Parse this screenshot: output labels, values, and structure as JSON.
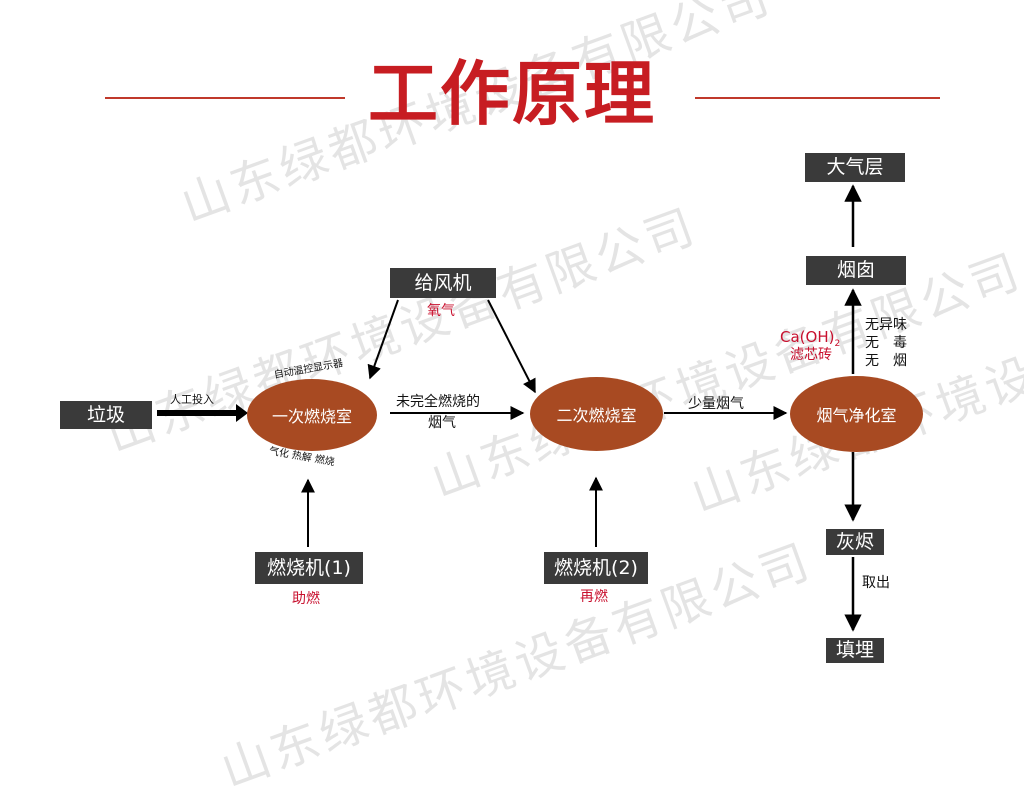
{
  "title": "工作原理",
  "watermark": "山东绿都环境设备有限公司",
  "colors": {
    "title": "#c71d22",
    "box": "#3a3a3a",
    "ellipse": "#a84a22",
    "accent_text": "#c8102e"
  },
  "nodes": {
    "garbage": "垃圾",
    "fan": "给风机",
    "burner1": "燃烧机(1)",
    "burner2": "燃烧机(2)",
    "primary_chamber": "一次燃烧室",
    "secondary_chamber": "二次燃烧室",
    "purify_chamber": "烟气净化室",
    "chimney": "烟囱",
    "atmosphere": "大气层",
    "ash": "灰烬",
    "landfill": "填埋"
  },
  "labels": {
    "manual_input": "人工投入",
    "oxygen": "氧气",
    "auto_temp": "自动温控显示器",
    "gasify": "气化 热解 燃烧",
    "incomplete_line1": "未完全燃烧的",
    "incomplete_line2": "烟气",
    "little_smoke": "少量烟气",
    "assist_burn": "助燃",
    "re_burn": "再燃",
    "caoh2_prefix": "Ca(OH)",
    "caoh2_sub": "2",
    "filter_brick": "滤芯砖",
    "no_odor": "无异味",
    "no_toxic": "无　毒",
    "no_smoke": "无　烟",
    "take_out": "取出"
  }
}
